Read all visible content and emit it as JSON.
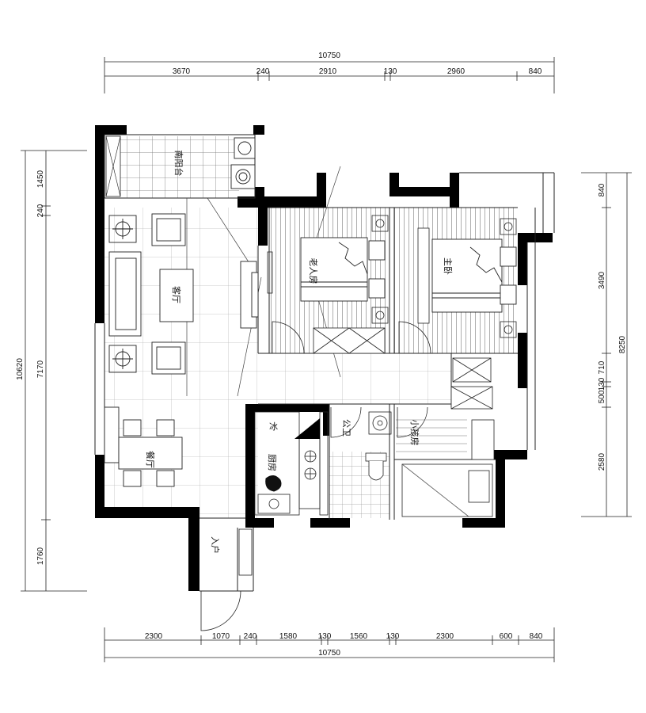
{
  "top_total": "10750",
  "top_segments": [
    "3670",
    "240",
    "2910",
    "130",
    "2960",
    "840"
  ],
  "bottom_total": "10750",
  "bottom_segments": [
    "2300",
    "1070",
    "240",
    "1580",
    "130",
    "1560",
    "130",
    "2300",
    "600",
    "840"
  ],
  "left_total": "10620",
  "left_segments": [
    "1450",
    "240",
    "7170",
    "1760"
  ],
  "right_total": "8250",
  "right_segments": [
    "840",
    "3490",
    "710",
    "130",
    "500",
    "2580"
  ],
  "rooms": {
    "south_balcony": "南阳台",
    "living_room": "客厅",
    "elder_room": "老人房",
    "master_bedroom": "主卧",
    "dining_room": "餐厅",
    "kitchen": "厨房",
    "public_bath": "公卫",
    "kids_room": "小孩房",
    "entrance": "入户"
  }
}
